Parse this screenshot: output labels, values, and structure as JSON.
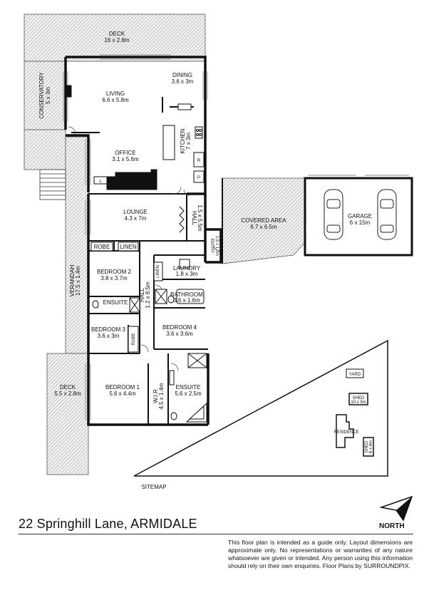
{
  "rooms": {
    "deck_top": {
      "name": "DECK",
      "dims": "16 x 2.8m"
    },
    "dining": {
      "name": "DINING",
      "dims": "3.6 x 3m"
    },
    "conservatory": {
      "name": "CONSERVATORY",
      "dims": "5 x 3m"
    },
    "living": {
      "name": "LIVING",
      "dims": "6.6 x 5.8m"
    },
    "kitchen": {
      "name": "KITCHEN",
      "dims": "7 x 3m"
    },
    "office": {
      "name": "OFFICE",
      "dims": "3.1 x 5.6m"
    },
    "lounge": {
      "name": "LOUNGE",
      "dims": "4.3 x 7m"
    },
    "hall_east": {
      "name": "HALL",
      "dims": "1.5 x 5.5m"
    },
    "covered_area": {
      "name": "COVERED AREA",
      "dims": "6.7 x 6.5m"
    },
    "garage": {
      "name": "GARAGE",
      "dims": "6 x 15m"
    },
    "entry": {
      "name": "ENTRY",
      "dims": "1.5 x 1.7m"
    },
    "verandah": {
      "name": "VERANDAH",
      "dims": "17.5 x 1.4m"
    },
    "bedroom2": {
      "name": "BEDROOM 2",
      "dims": "3.8 x 3.7m"
    },
    "laundry": {
      "name": "LAUNDRY",
      "dims": "1.8 x 3m"
    },
    "hall_mid": {
      "name": "HALL",
      "dims": "1.2 x 8.5m"
    },
    "bathroom": {
      "name": "BATHROOM",
      "dims": "3.6 x 1.6m"
    },
    "ensuite_small": {
      "name": "ENSUITE"
    },
    "bedroom3": {
      "name": "BEDROOM 3",
      "dims": "3.6 x 3m"
    },
    "bedroom4": {
      "name": "BEDROOM 4",
      "dims": "3.6 x 3.6m"
    },
    "deck_bottom": {
      "name": "DECK",
      "dims": "5.5 x 2.8m"
    },
    "bedroom1": {
      "name": "BEDROOM 1",
      "dims": "5.6 x 4.4m"
    },
    "wir": {
      "name": "W.I.R",
      "dims": "4.5 x 1.4m"
    },
    "ensuite_main": {
      "name": "ENSUITE",
      "dims": "5.6 x 2.5m"
    }
  },
  "small_labels": {
    "robe_b2": "ROBE",
    "linen_b2": "LINEN",
    "linen_hall": "LINEN",
    "robe_b3": "ROBE",
    "l_office": "L",
    "p_kitchen": "P",
    "r_kitchen": "R"
  },
  "sitemap": {
    "title": "SITEMAP",
    "yard": "YARD",
    "shed1": {
      "name": "SHED",
      "dims": "10 x 5m"
    },
    "residence": "RESIDENCE",
    "shed2": {
      "name": "SHED",
      "dims": "6 x 4m"
    }
  },
  "footer": {
    "address": "22 Springhill Lane, ARMIDALE",
    "north": "NORTH",
    "disclaimer": "This floor plan is intended as a guide only. Layout dimensions are approximate only. No representations or warranties of any nature whatsoever are given or intended. Any person using this information should rely on their own enquiries. Floor Plans by  SURROUNDPIX."
  },
  "colors": {
    "wall": "#111111",
    "hatch": "#bdbdbd",
    "sitemap_bg": "#eeeeee"
  }
}
